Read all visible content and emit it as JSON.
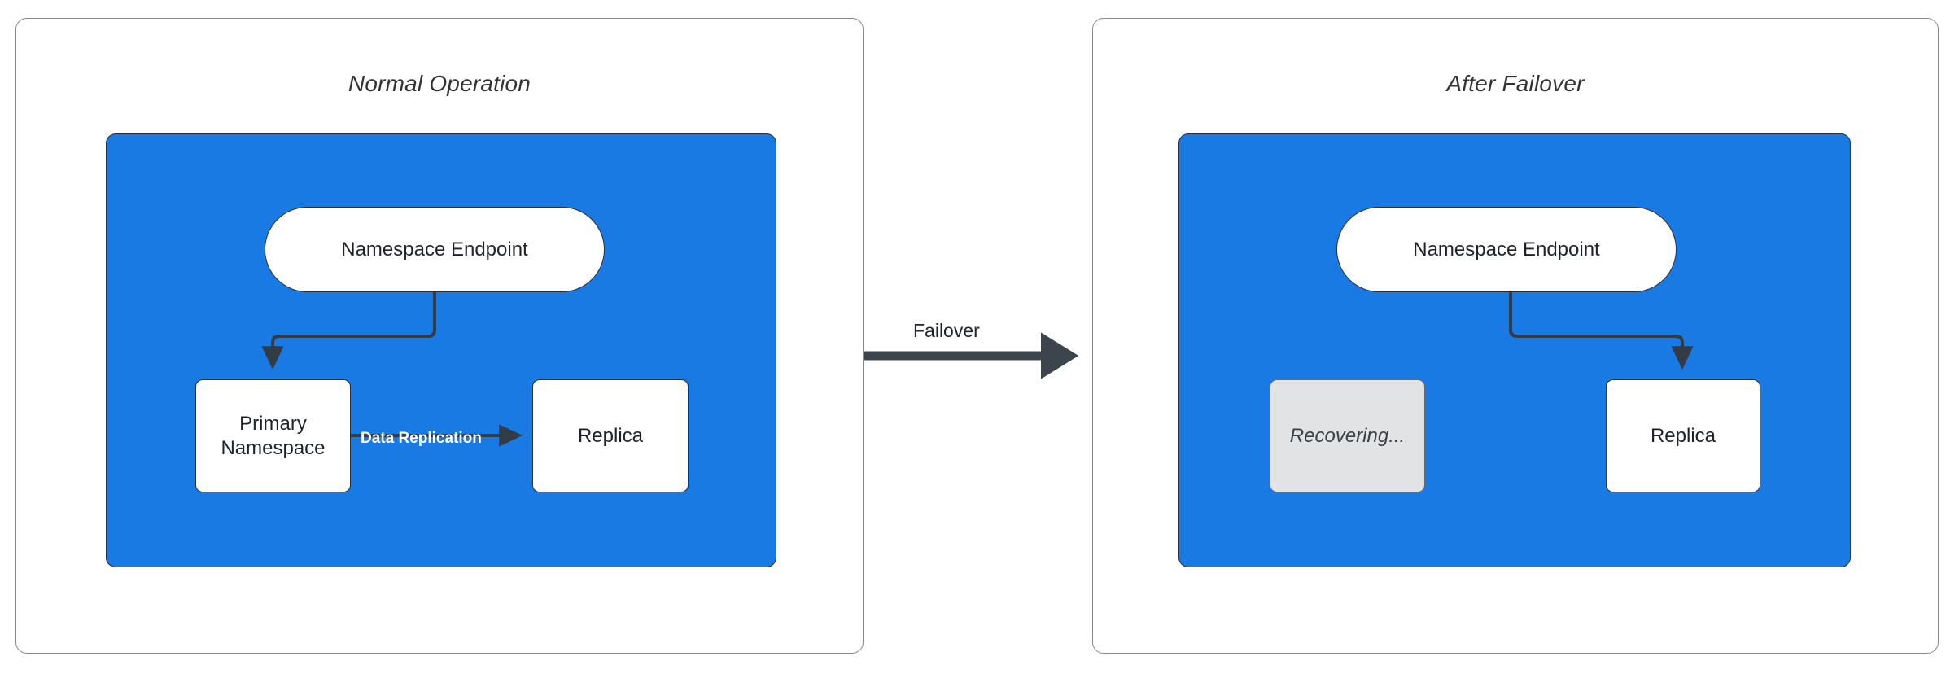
{
  "diagram": {
    "type": "failover-architecture",
    "background": "#ffffff",
    "colors": {
      "cluster_blue": "#1a7ae4",
      "node_white": "#ffffff",
      "node_disabled_gray": "#e2e3e5",
      "edge_stroke": "#333b44",
      "panel_border": "#8a8a8a",
      "edge_label_on_blue": "#ffffff"
    },
    "panels": [
      {
        "id": "normal-operation",
        "title": "Normal Operation",
        "nodes": [
          {
            "id": "endpoint",
            "label": "Namespace Endpoint",
            "shape": "stadium",
            "state": "active"
          },
          {
            "id": "primary",
            "label": "Primary\nNamespace",
            "label_line1": "Primary",
            "label_line2": "Namespace",
            "shape": "rounded-rect",
            "state": "active"
          },
          {
            "id": "replica",
            "label": "Replica",
            "shape": "rounded-rect",
            "state": "active"
          }
        ],
        "edges": [
          {
            "from": "endpoint",
            "to": "primary",
            "label": "",
            "style": "elbow-arrow"
          },
          {
            "from": "primary",
            "to": "replica",
            "label": "Data Replication",
            "style": "straight-arrow"
          }
        ]
      },
      {
        "id": "after-failover",
        "title": "After Failover",
        "nodes": [
          {
            "id": "endpoint",
            "label": "Namespace Endpoint",
            "shape": "stadium",
            "state": "active"
          },
          {
            "id": "recovering",
            "label": "Recovering...",
            "shape": "rounded-rect",
            "state": "disabled"
          },
          {
            "id": "replica",
            "label": "Replica",
            "shape": "rounded-rect",
            "state": "active"
          }
        ],
        "edges": [
          {
            "from": "endpoint",
            "to": "replica",
            "label": "",
            "style": "elbow-arrow"
          }
        ]
      }
    ],
    "transition": {
      "label": "Failover",
      "from_panel": "normal-operation",
      "to_panel": "after-failover",
      "style": "thick-arrow"
    }
  }
}
